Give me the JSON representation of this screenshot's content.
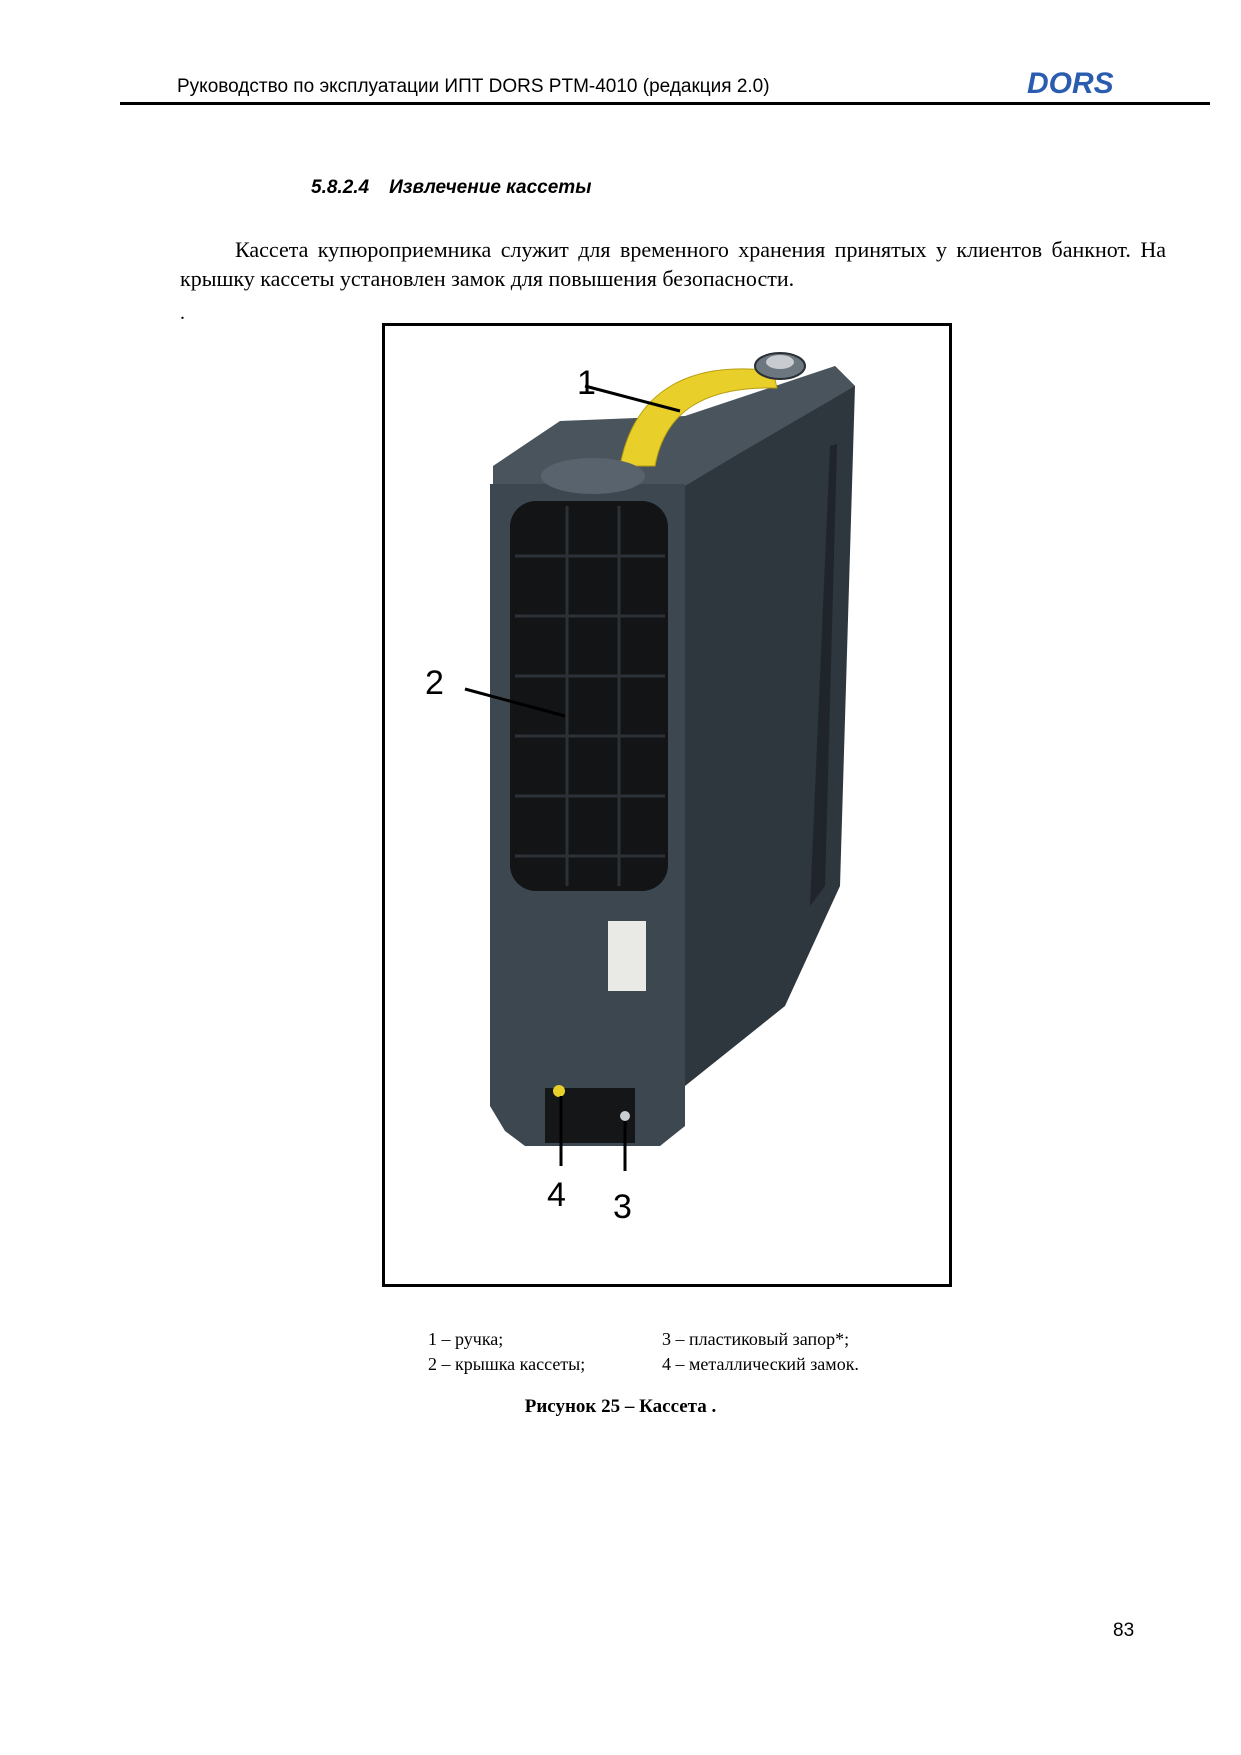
{
  "header": {
    "title": "Руководство по эксплуатации ИПТ DORS PTM-4010 (редакция 2.0)",
    "logo_text": "DORS",
    "logo_color": "#2a5db0"
  },
  "section": {
    "number": "5.8.2.4",
    "title": "Извлечение кассеты"
  },
  "paragraph": "Кассета купюроприемника служит для временного хранения принятых у клиентов банкнот. На крышку кассеты установлен замок для повышения безопасности.",
  "stray_dot": ".",
  "figure": {
    "callouts": [
      "1",
      "2",
      "4",
      "3"
    ],
    "body_color": "#3d4750",
    "handle_color": "#e8cf2a"
  },
  "legend": {
    "left": [
      "1 – ручка;",
      "2 – крышка кассеты;"
    ],
    "right": [
      "3 – пластиковый запор*;",
      "4 – металлический замок."
    ]
  },
  "caption": "Рисунок 25 – Кассета .",
  "page_number": "83"
}
